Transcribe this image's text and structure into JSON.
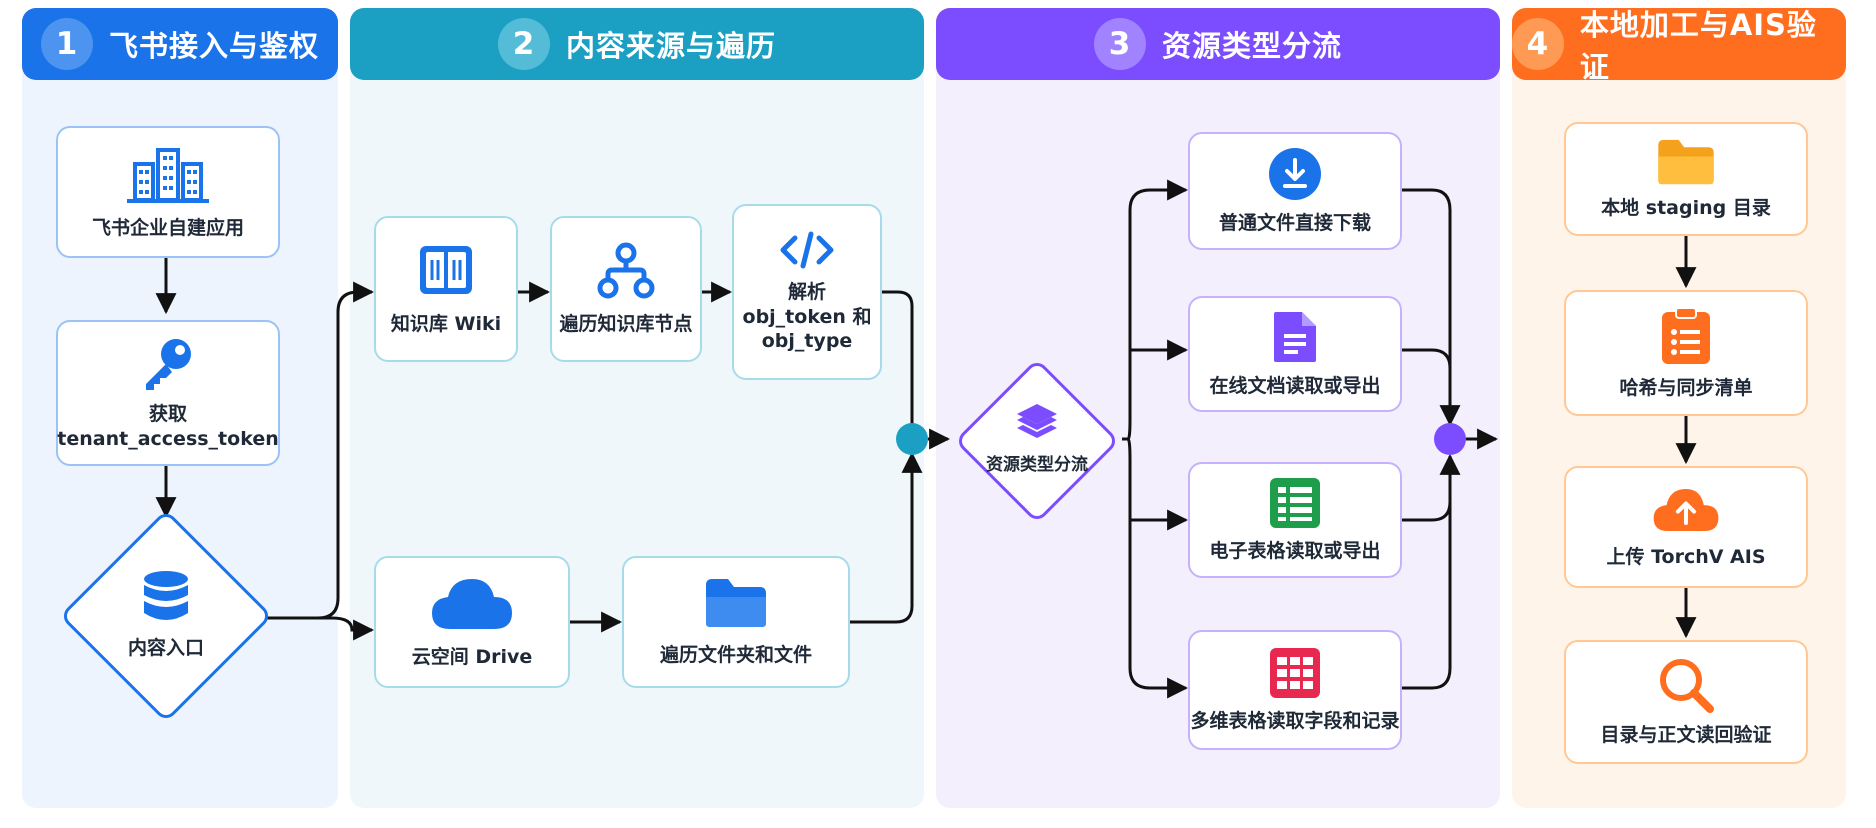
{
  "lanes": [
    {
      "num": "1",
      "title": "飞书接入与鉴权",
      "color": "#1a73e8"
    },
    {
      "num": "2",
      "title": "内容来源与遍历",
      "color": "#1ba0c4"
    },
    {
      "num": "3",
      "title": "资源类型分流",
      "color": "#7c4dff"
    },
    {
      "num": "4",
      "title": "本地加工与AIS验证",
      "color": "#ff6d1f"
    }
  ],
  "nodes": {
    "feishu_app": "飞书企业自建应用",
    "get_token_line1": "获取",
    "get_token_line2": "tenant_access_token",
    "content_entry": "内容入口",
    "wiki": "知识库 Wiki",
    "traverse_wiki": "遍历知识库节点",
    "parse_line1": "解析",
    "parse_line2": "obj_token 和",
    "parse_line3": "obj_type",
    "drive": "云空间 Drive",
    "traverse_folders": "遍历文件夹和文件",
    "type_router": "资源类型分流",
    "download_files": "普通文件直接下载",
    "online_docs": "在线文档读取或导出",
    "spreadsheets": "电子表格读取或导出",
    "bitable": "多维表格读取字段和记录",
    "staging": "本地 staging 目录",
    "hash_manifest": "哈希与同步清单",
    "upload_ais": "上传 TorchV AIS",
    "verify": "目录与正文读回验证"
  },
  "icons": {
    "feishu_app": "building-icon",
    "get_token": "key-icon",
    "content_entry": "database-icon",
    "wiki": "book-icon",
    "traverse_wiki": "tree-icon",
    "parse": "code-icon",
    "drive": "cloud-icon",
    "traverse_folders": "folder-icon",
    "type_router": "layers-icon",
    "download_files": "download-icon",
    "online_docs": "document-icon",
    "spreadsheets": "sheet-icon",
    "bitable": "grid-icon",
    "staging": "folder-icon",
    "hash_manifest": "clipboard-icon",
    "upload_ais": "cloud-upload-icon",
    "verify": "search-icon"
  }
}
